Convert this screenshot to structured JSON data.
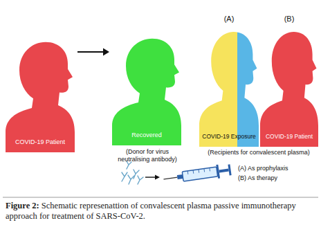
{
  "diagram": {
    "caption": "Figure 2: Schematic represenattion of convalescent plasma passive immunotherapy approach for treatment of SARS-CoV-2.",
    "nodes": [
      {
        "text": [
          "COVID-19 Patient"
        ]
      },
      {
        "text": [
          "Recovered"
        ]
      },
      {
        "text": [
          "(A)",
          "COVID-19 Exposure"
        ]
      },
      {
        "text": [
          "(B)",
          "COVID-19 Patient"
        ]
      }
    ],
    "edges": [
      {
        "from": 0,
        "to": 1,
        "arrow": "to"
      }
    ],
    "labels": [
      "(Donor for virus neutralising antibody)",
      "(Recipients for convalescent plasma)",
      "(A) As prophylaxis",
      "(B) As therapy"
    ]
  }
}
